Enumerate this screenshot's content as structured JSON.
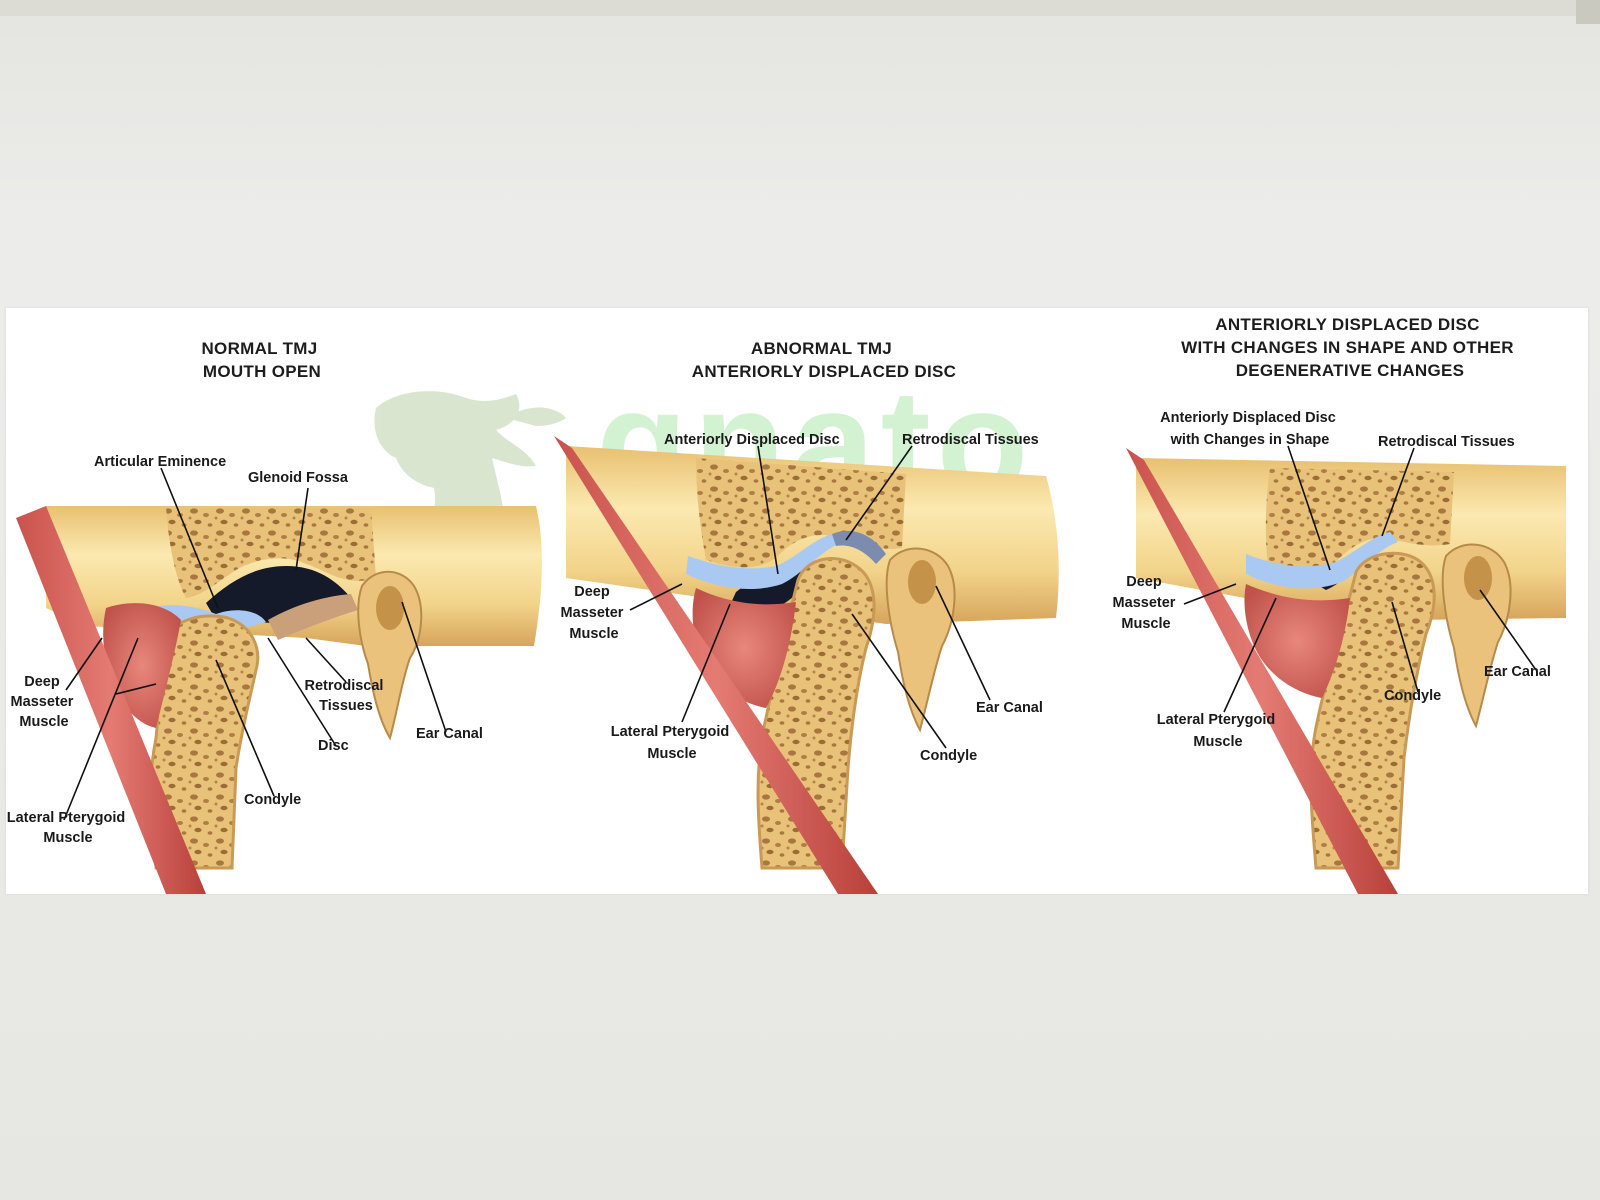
{
  "panels": [
    {
      "title_lines": [
        "NORMAL TMJ",
        "MOUTH OPEN"
      ],
      "labels": {
        "articular_eminence": "Articular Eminence",
        "glenoid_fossa": "Glenoid Fossa",
        "retrodiscal_1": "Retrodiscal",
        "retrodiscal_2": "Tissues",
        "deep_1": "Deep",
        "deep_2": "Masseter",
        "deep_3": "Muscle",
        "disc": "Disc",
        "ear_canal": "Ear Canal",
        "condyle": "Condyle",
        "lateral_1": "Lateral Pterygoid",
        "lateral_2": "Muscle"
      }
    },
    {
      "title_lines": [
        "ABNORMAL TMJ",
        "ANTERIORLY DISPLACED DISC"
      ],
      "labels": {
        "anterior_disc": "Anteriorly Displaced Disc",
        "retrodiscal": "Retrodiscal Tissues",
        "deep_1": "Deep",
        "deep_2": "Masseter",
        "deep_3": "Muscle",
        "ear_canal": "Ear Canal",
        "lateral_1": "Lateral Pterygoid",
        "lateral_2": "Muscle",
        "condyle": "Condyle"
      }
    },
    {
      "title_lines": [
        "ANTERIORLY DISPLACED DISC",
        "WITH CHANGES IN SHAPE AND OTHER",
        "DEGENERATIVE CHANGES"
      ],
      "labels": {
        "disc_shape_1": "Anteriorly Displaced Disc",
        "disc_shape_2": "with Changes in Shape",
        "retrodiscal": "Retrodiscal Tissues",
        "deep_1": "Deep",
        "deep_2": "Masseter",
        "deep_3": "Muscle",
        "ear_canal": "Ear Canal",
        "condyle": "Condyle",
        "lateral_1": "Lateral Pterygoid",
        "lateral_2": "Muscle"
      }
    }
  ],
  "watermark": {
    "text": "gnato"
  },
  "colors": {
    "bone_light": "#f6df9a",
    "bone_dark": "#d9a75a",
    "bone_pore": "#a8773f",
    "muscle": "#d86a62",
    "muscle_dark": "#b9443f",
    "disc_blue": "#a9c9f2",
    "space_dark": "#151a2a",
    "tissue": "#c9a07a",
    "watermark": "#5fd35f"
  }
}
